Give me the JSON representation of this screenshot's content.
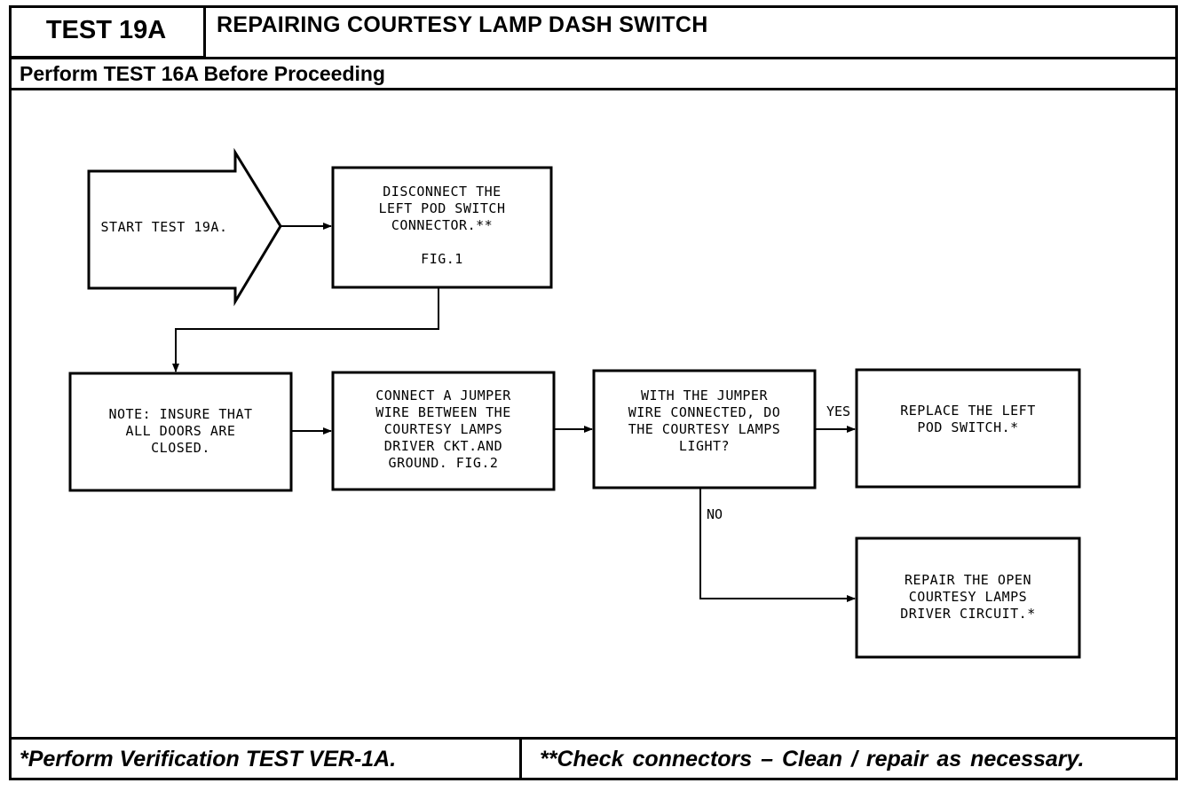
{
  "header": {
    "test_id": "TEST 19A",
    "title": "REPAIRING COURTESY LAMP DASH SWITCH",
    "prerequisite": "Perform TEST 16A Before Proceeding"
  },
  "flowchart": {
    "start": "START TEST 19A.",
    "disconnect": "DISCONNECT THE\nLEFT POD SWITCH\nCONNECTOR.**\n\nFIG.1",
    "note": "NOTE: INSURE THAT\nALL DOORS ARE\nCLOSED.",
    "connect_jumper": "CONNECT A JUMPER\nWIRE BETWEEN THE\nCOURTESY LAMPS\nDRIVER CKT.AND\nGROUND. FIG.2",
    "question": "WITH THE JUMPER\nWIRE CONNECTED, DO\nTHE COURTESY LAMPS\nLIGHT?",
    "replace": "REPLACE THE LEFT\nPOD SWITCH.*",
    "repair": "REPAIR THE OPEN\nCOURTESY LAMPS\nDRIVER CIRCUIT.*",
    "yes_label": "YES",
    "no_label": "NO"
  },
  "footer": {
    "left_note": "*Perform Verification TEST VER-1A.",
    "right_note": "**Check connectors – Clean / repair as necessary."
  }
}
